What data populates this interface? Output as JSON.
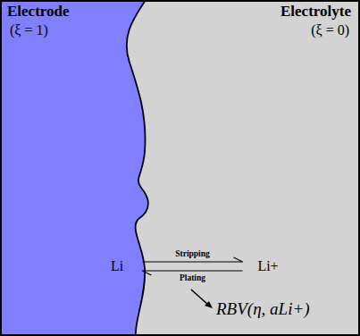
{
  "diagram": {
    "nodes": [
      {
        "text": [
          "Electrode",
          "(ξ = 1)"
        ]
      },
      {
        "text": [
          "Electrolyte",
          "(ξ = 0)"
        ]
      },
      {
        "text": [
          "Li"
        ],
        "in": 0
      },
      {
        "text": [
          "Li+"
        ],
        "in": 1
      }
    ],
    "edges": [
      {
        "from": 2,
        "to": 3,
        "label": "Stripping",
        "arrow": "to"
      },
      {
        "from": 3,
        "to": 2,
        "label": "Plating",
        "arrow": "to"
      }
    ],
    "labels": [
      "RBV(η, aLi+)"
    ]
  }
}
